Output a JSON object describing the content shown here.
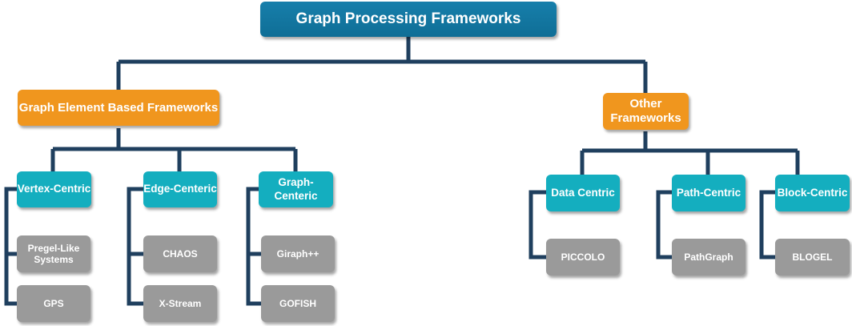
{
  "colors": {
    "root": "#177fab",
    "category": "#f0961e",
    "subcategory": "#14aebf",
    "leaf": "#9a9a9a",
    "connector": "#1f3f5e"
  },
  "root": {
    "label": "Graph Processing Frameworks"
  },
  "graph_element_based": {
    "label": "Graph Element Based Frameworks",
    "vertex_centric": {
      "label": "Vertex-Centric",
      "pregel": "Pregel-Like Systems",
      "gps": "GPS"
    },
    "edge_centric": {
      "label": "Edge-Centeric",
      "chaos": "CHAOS",
      "xstream": "X-Stream"
    },
    "graph_centric": {
      "label": "Graph-Centeric",
      "giraph": "Giraph++",
      "gofish": "GOFISH"
    }
  },
  "other": {
    "label": "Other Frameworks",
    "data_centric": {
      "label": "Data Centric",
      "piccolo": "PICCOLO"
    },
    "path_centric": {
      "label": "Path-Centric",
      "pathgraph": "PathGraph"
    },
    "block_centric": {
      "label": "Block-Centric",
      "blogel": "BLOGEL"
    }
  }
}
